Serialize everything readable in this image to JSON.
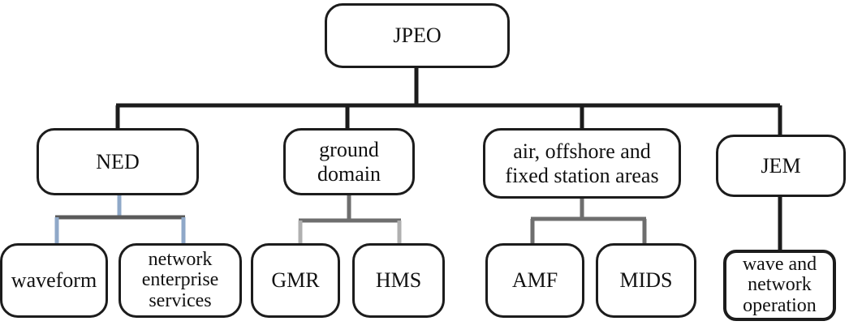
{
  "diagram": {
    "root": {
      "label": "JPEO"
    },
    "departments": [
      {
        "label": "NED",
        "children": [
          {
            "label": "waveform"
          },
          {
            "label": "network\nenterprise\nservices"
          }
        ]
      },
      {
        "label": "ground\ndomain",
        "children": [
          {
            "label": "GMR"
          },
          {
            "label": "HMS"
          }
        ]
      },
      {
        "label": "air, offshore and\nfixed station areas",
        "children": [
          {
            "label": "AMF"
          },
          {
            "label": "MIDS"
          }
        ]
      },
      {
        "label": "JEM",
        "children": [
          {
            "label": "wave and\nnetwork\noperation"
          }
        ]
      }
    ]
  },
  "colors": {
    "main_connector": "#1c1c1c",
    "ned_connector": "#5a5a5a",
    "ned_connector_tint": "#8fa8c8",
    "gray_connector": "#6e6e6e",
    "gray_connector_light": "#b0b0b0",
    "node_border": "#1c1c1c"
  }
}
